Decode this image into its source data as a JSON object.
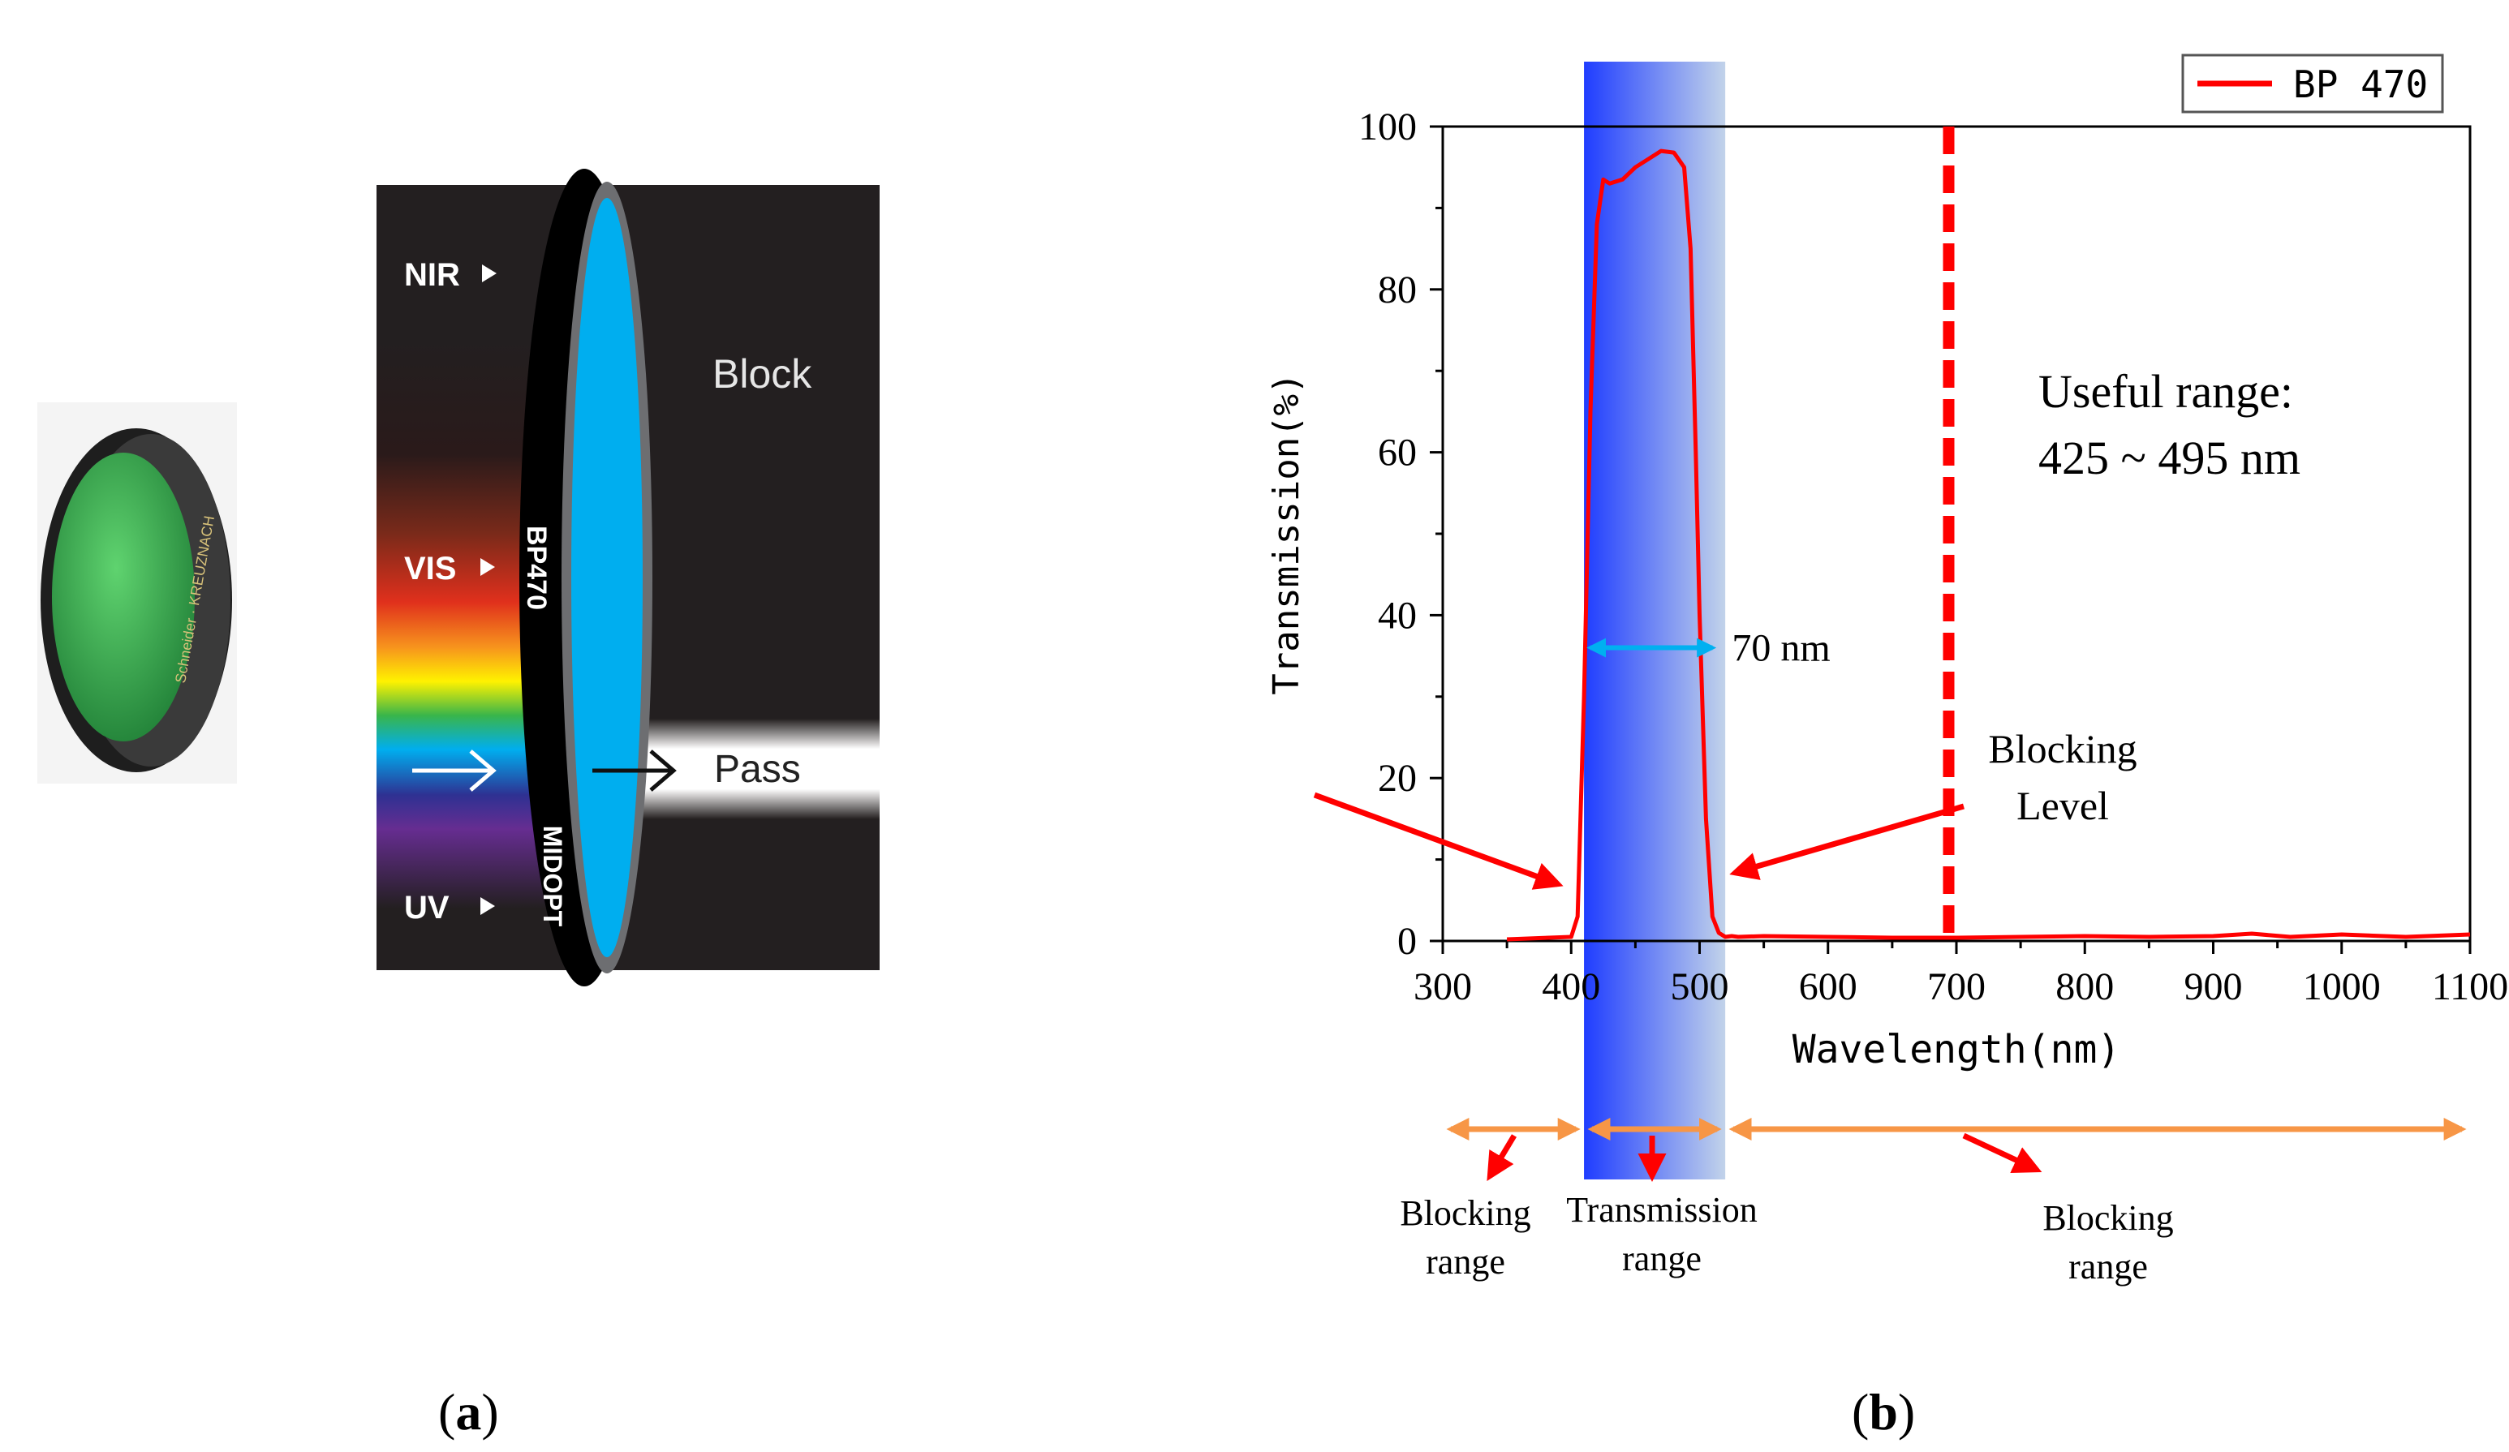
{
  "panel_a": {
    "caption": "a",
    "filter_labels": {
      "nir": "NIR",
      "vis": "VIS",
      "uv": "UV"
    },
    "block_label": "Block",
    "pass_label": "Pass",
    "filter_ring_text": "BP470",
    "brand_text": "MIDOPT",
    "small_filter_ring_text": "Schneider · KREUZNACH",
    "colors": {
      "filter_glass": "#00aeef",
      "small_filter_glass": "#2fae4e",
      "background": "#231f20"
    }
  },
  "panel_b": {
    "caption": "b",
    "legend_label": "BP 470",
    "useful_range_line1": "Useful range:",
    "useful_range_line2": "425 ~ 495 nm",
    "bandwidth_label": "70 nm",
    "blocking_level_line1": "Blocking",
    "blocking_level_line2": "Level",
    "ranges": [
      {
        "line1": "Blocking",
        "line2": "range"
      },
      {
        "line1": "Transmission",
        "line2": "range"
      },
      {
        "line1": "Blocking",
        "line2": "range"
      }
    ],
    "colors": {
      "curve": "#ff0000",
      "band_start": "#1f3dff",
      "band_end": "#c2d3ea",
      "range_arrow": "#f79646",
      "width_arrow": "#00b0f0"
    }
  },
  "chart_data": {
    "type": "line",
    "xlabel": "Wavelength(nm)",
    "ylabel": "Transmission(%)",
    "xlim": [
      300,
      1100
    ],
    "ylim": [
      0,
      100
    ],
    "x_ticks": [
      300,
      400,
      500,
      600,
      700,
      800,
      900,
      1000,
      1100
    ],
    "y_ticks": [
      0,
      20,
      40,
      60,
      80,
      100
    ],
    "legend": "top-right",
    "grid": false,
    "series": [
      {
        "name": "BP 470",
        "x": [
          350,
          400,
          405,
          410,
          415,
          420,
          425,
          430,
          440,
          450,
          460,
          470,
          480,
          488,
          493,
          497,
          500,
          505,
          510,
          515,
          520,
          525,
          530,
          550,
          600,
          650,
          700,
          750,
          800,
          850,
          900,
          930,
          960,
          1000,
          1050,
          1100
        ],
        "y": [
          0.2,
          0.5,
          3,
          30,
          65,
          88,
          93.5,
          93,
          93.5,
          95,
          96,
          97,
          96.8,
          95,
          85,
          60,
          40,
          15,
          3,
          1,
          0.5,
          0.6,
          0.5,
          0.6,
          0.5,
          0.4,
          0.4,
          0.5,
          0.6,
          0.5,
          0.6,
          0.9,
          0.5,
          0.8,
          0.5,
          0.8
        ]
      }
    ],
    "annotations": {
      "band_x": [
        410,
        520
      ],
      "bandwidth_arrow_x": [
        415,
        510
      ],
      "bandwidth_arrow_y": 36,
      "blocking_dash_x": 694,
      "range_segments": [
        [
          300,
          410
        ],
        [
          410,
          520
        ],
        [
          520,
          1100
        ]
      ]
    }
  }
}
